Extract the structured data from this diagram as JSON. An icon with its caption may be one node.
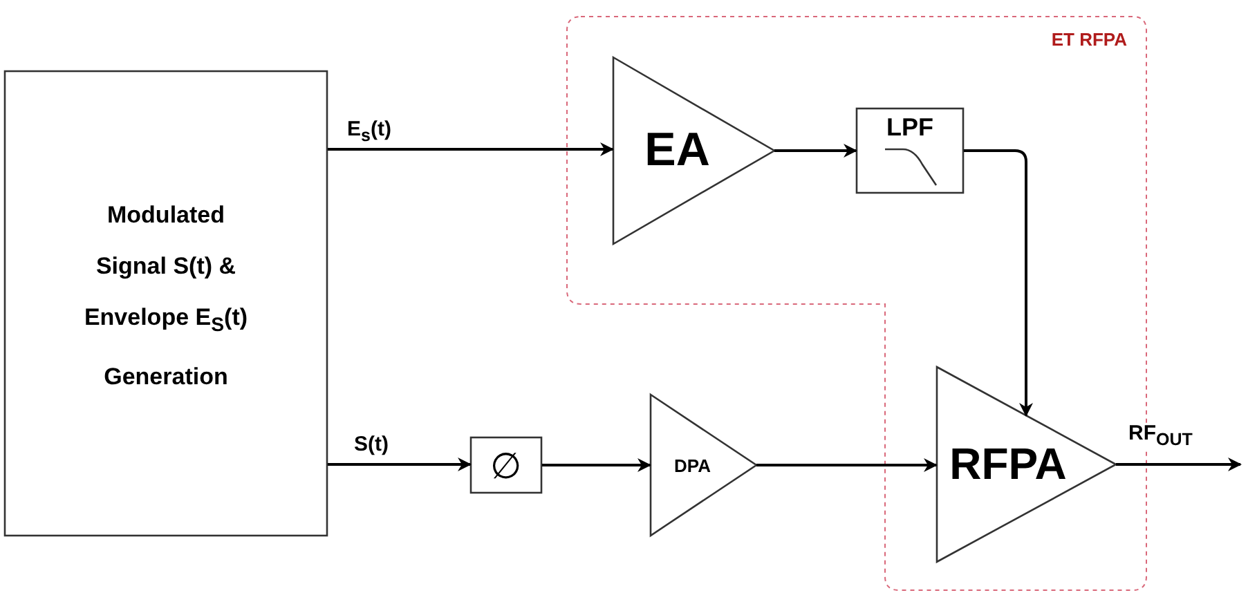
{
  "diagram": {
    "nodes": [
      {
        "text": [
          "ET RFPA"
        ]
      },
      {
        "text": [
          "Modulated Signal S(t) & Envelope E$_{S}$(t) Generation"
        ]
      },
      {
        "text": [
          "EA"
        ],
        "in": 0
      },
      {
        "text": [
          "LPF"
        ],
        "in": 0
      },
      {
        "text": [
          "∅"
        ]
      },
      {
        "text": [
          "DPA"
        ]
      },
      {
        "text": [
          "RFPA"
        ],
        "in": 0
      }
    ],
    "edges": [
      {
        "from": 1,
        "to": 2,
        "arrow": "to",
        "label": "E$_{s}$(t)"
      },
      {
        "from": 2,
        "to": 3,
        "arrow": "to"
      },
      {
        "from": 3,
        "to": 6,
        "arrow": "to"
      },
      {
        "from": 1,
        "to": 4,
        "arrow": "to",
        "label": "S(t)"
      },
      {
        "from": 4,
        "to": 5,
        "arrow": "to"
      },
      {
        "from": 5,
        "to": 6,
        "arrow": "to"
      },
      {
        "from": 6,
        "to": null,
        "arrow": "to",
        "label": "RF$_{OUT}$"
      }
    ]
  }
}
